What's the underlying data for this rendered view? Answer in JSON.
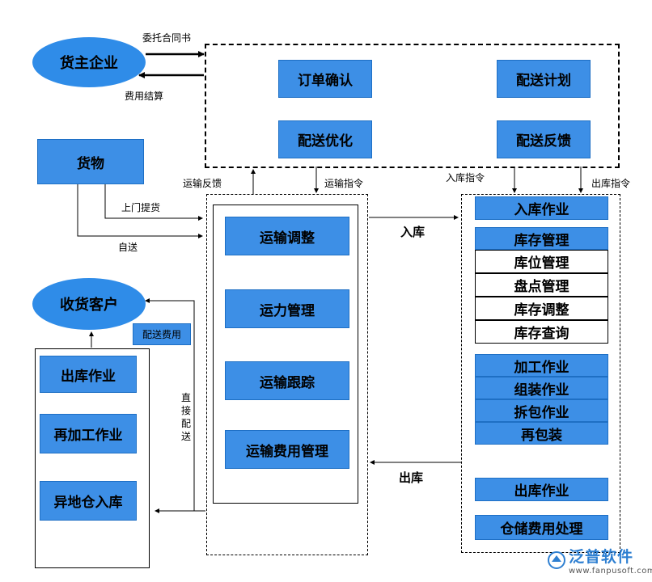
{
  "entities": {
    "shipper": "货主企业",
    "goods": "货物",
    "consignee": "收货客户"
  },
  "top_edge_labels": {
    "contract": "委托合同书",
    "settlement": "费用结算",
    "transport_feedback": "运输反馈",
    "transport_instruction": "运输指令",
    "inbound_instruction": "入库指令",
    "outbound_instruction": "出库指令"
  },
  "goods_edge_labels": {
    "pickup": "上门提货",
    "self_delivery": "自送"
  },
  "dispatch_center": {
    "order_confirm": "订单确认",
    "delivery_plan": "配送计划",
    "delivery_optimize": "配送优化",
    "delivery_feedback": "配送反馈"
  },
  "transport": {
    "items": [
      "运输调整",
      "运力管理",
      "运输跟踪",
      "运输费用管理"
    ]
  },
  "flow_labels": {
    "inbound": "入库",
    "outbound": "出库",
    "direct_delivery": "直接配送",
    "delivery_fee": "配送费用"
  },
  "warehouse": {
    "inbound_op": "入库作业",
    "inventory_group": [
      "库存管理",
      "库位管理",
      "盘点管理",
      "库存调整",
      "库存查询"
    ],
    "processing_group": [
      "加工作业",
      "组装作业",
      "拆包作业",
      "再包装"
    ],
    "outbound_op": "出库作业",
    "storage_fee": "仓储费用处理"
  },
  "customer_ops": {
    "items": [
      "出库作业",
      "再加工作业",
      "异地仓入库"
    ]
  },
  "watermark": {
    "brand": "泛普软件",
    "url": "www.fanpusoft.com"
  }
}
